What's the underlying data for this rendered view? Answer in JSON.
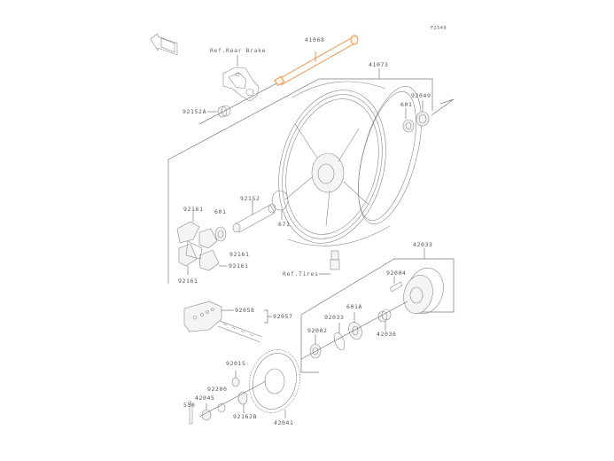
{
  "diagram": {
    "title": "Rear Wheel / Rear Hub parts diagram",
    "figure_id": "F2549",
    "highlight_color": "#f08a3a",
    "line_color": "#777777",
    "front_indicator": "FRONT",
    "refs": {
      "rear_brake": "Ref.Rear Brake",
      "tires": "Ref.Tires"
    },
    "parts": [
      {
        "id": "41068",
        "name": "rear-axle",
        "highlighted": true
      },
      {
        "id": "41073",
        "name": "rear-wheel"
      },
      {
        "id": "92049",
        "name": "oil-seal-right"
      },
      {
        "id": "601",
        "name": "bearing-right"
      },
      {
        "id": "92152A",
        "name": "collar-left"
      },
      {
        "id": "92161",
        "name": "damper-upper"
      },
      {
        "id": "601",
        "name": "bearing-left"
      },
      {
        "id": "92152",
        "name": "collar-center"
      },
      {
        "id": "671",
        "name": "o-ring"
      },
      {
        "id": "92161",
        "name": "damper-middle"
      },
      {
        "id": "92161",
        "name": "damper-lower"
      },
      {
        "id": "92161",
        "name": "damper-bottom"
      },
      {
        "id": "42033",
        "name": "sprocket-coupling"
      },
      {
        "id": "92004",
        "name": "stud"
      },
      {
        "id": "601A",
        "name": "coupling-bearing"
      },
      {
        "id": "92033",
        "name": "circlip"
      },
      {
        "id": "42036",
        "name": "coupling-collar"
      },
      {
        "id": "92002",
        "name": "oil-seal-coupling"
      },
      {
        "id": "92058",
        "name": "chain-joint"
      },
      {
        "id": "92057",
        "name": "drive-chain"
      },
      {
        "id": "92015",
        "name": "nut-sprocket"
      },
      {
        "id": "92200",
        "name": "washer"
      },
      {
        "id": "42045",
        "name": "axle-nut"
      },
      {
        "id": "550",
        "name": "cotter-pin"
      },
      {
        "id": "92162B",
        "name": "collar-sprocket"
      },
      {
        "id": "42041",
        "name": "rear-sprocket"
      }
    ]
  }
}
